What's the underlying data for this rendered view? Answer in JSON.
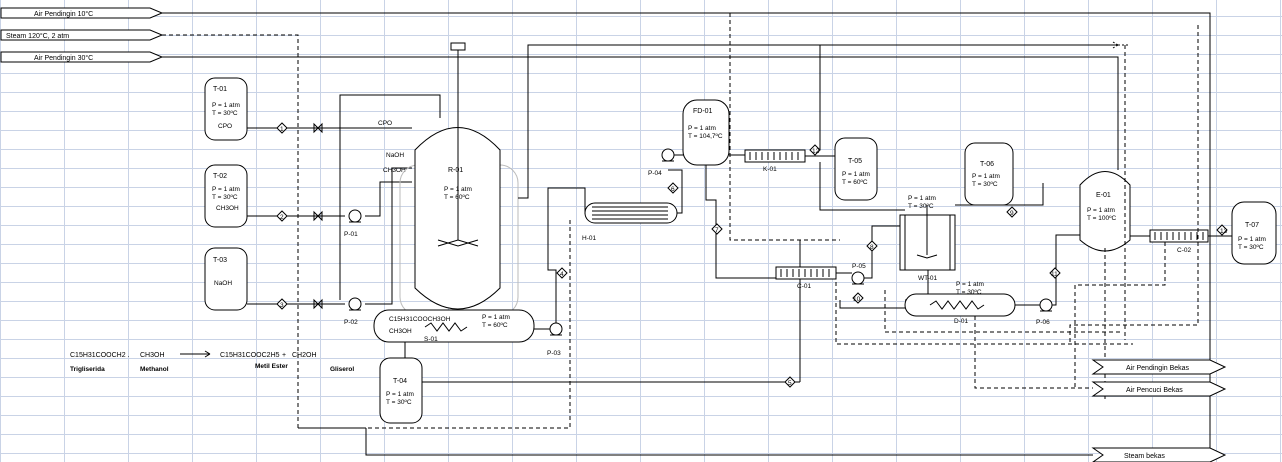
{
  "utilities": {
    "cooling_water_10": "Air Pendingin 10°C",
    "steam_in": "Steam 120°C, 2 atm",
    "cooling_water_30": "Air Pendingin 30°C",
    "spent_cooling_water": "Air Pendingin Bekas",
    "spent_wash_water": "Air Pencuci Bekas",
    "spent_steam": "Steam bekas"
  },
  "tanks": {
    "t01": {
      "tag": "T-01",
      "p": "P = 1 atm",
      "t": "T = 30ºC",
      "content": "CPO"
    },
    "t02": {
      "tag": "T-02",
      "p": "P = 1 atm",
      "t": "T = 30ºC",
      "content": "CH3OH"
    },
    "t03": {
      "tag": "T-03",
      "content": "NaOH"
    },
    "t04": {
      "tag": "T-04",
      "p": "P = 1 atm",
      "t": "T = 30ºC"
    },
    "t05": {
      "tag": "T-05",
      "p": "P = 1 atm",
      "t": "T = 60ºC"
    },
    "t06": {
      "tag": "T-06",
      "p": "P = 1 atm",
      "t": "T = 30ºC"
    },
    "t07": {
      "tag": "T-07",
      "p": "P = 1 atm",
      "t": "T = 30ºC"
    }
  },
  "reactor": {
    "tag": "R-01",
    "p": "P = 1 atm",
    "t": "T = 60ºC"
  },
  "flash_drum": {
    "tag": "FD-01",
    "p": "P = 1 atm",
    "t": "T = 104,7ºC"
  },
  "evaporator": {
    "tag": "E-01",
    "p": "P = 1 atm",
    "t": "T = 100ºC"
  },
  "washer": {
    "tag": "WT-01",
    "p": "P = 1 atm",
    "t": "T = 30ºC"
  },
  "decanter": {
    "tag": "D-01",
    "p": "P = 1 atm",
    "t": "T = 30ºC"
  },
  "separator": {
    "tag": "S-01",
    "product": "C15H31COOCH3OH",
    "methanol": "CH3OH",
    "p": "P = 1 atm",
    "t": "T = 60ºC"
  },
  "heater": {
    "tag": "H-01"
  },
  "condenser_k01": {
    "tag": "K-01"
  },
  "cooler_c01": {
    "tag": "C-01"
  },
  "cooler_c02": {
    "tag": "C-02"
  },
  "pumps": [
    "P-01",
    "P-02",
    "P-03",
    "P-04",
    "P-05",
    "P-06"
  ],
  "stream_labels": {
    "cpo": "CPO",
    "naoh": "NaOH",
    "ch3oh": "CH3OH"
  },
  "streams": [
    "1",
    "2",
    "3",
    "4",
    "5",
    "6",
    "7",
    "8",
    "9",
    "10",
    "11",
    "12",
    "13"
  ],
  "reaction": {
    "reactant1": "C15H31COOCH2 .",
    "reactant2": "CH3OH",
    "product1": "C15H31COOC2H5",
    "plus": "+",
    "product2": "CH2OH",
    "name1": "Trigliserida",
    "name2": "Methanol",
    "name3": "Metil Ester",
    "name4": "Gliserol"
  }
}
